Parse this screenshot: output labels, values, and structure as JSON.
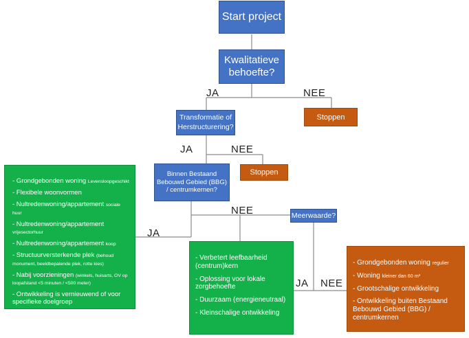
{
  "nodes": {
    "start": "Start project",
    "kwalitatief": "Kwalitatieve behoefte?",
    "transformatie": "Transformatie of Herstructurering?",
    "stoppen1": "Stoppen",
    "stoppen2": "Stoppen",
    "bbg": "Binnen Bestaand Bebouwd Gebied (BBG) / centrumkernen?",
    "meerwaarde": "Meerwaarde?"
  },
  "labels": {
    "ja1": "JA",
    "nee1": "NEE",
    "ja2": "JA",
    "nee2": "NEE",
    "ja3": "JA",
    "nee3": "NEE",
    "ja4": "JA",
    "nee4": "NEE"
  },
  "left_list": [
    {
      "main": "- Grondgebonden woning ",
      "small": "Levensloopgeschikt"
    },
    {
      "main": "- Flexibele woonvormen",
      "small": ""
    },
    {
      "main": "- Nultredenwoning/appartement ",
      "small": "sociale huur"
    },
    {
      "main": "- Nultredenwoning/appartement ",
      "small": "vrijesectorhuur"
    },
    {
      "main": "- Nultredenwoning/appartement ",
      "small": "koop"
    },
    {
      "main": "- Structuurversterkende plek ",
      "small": "(behoud monument, beeldbepalende plek, rotte kies)"
    },
    {
      "main": "- Nabij voorzieningen ",
      "small": "(winkels, huisarts, OV op loopafstand <5 minuten / <500 meter)"
    },
    {
      "main": "- Ontwikkeling is vernieuwend of voor specifieke doelgroep",
      "small": ""
    }
  ],
  "middle_list": [
    "- Verbetert leefbaarheid (centrum)kern",
    "- Oplossing voor lokale zorgbehoefte",
    "- Duurzaam (energieneutraal)",
    "- Kleinschalige ontwikkeling"
  ],
  "right_list": [
    {
      "main": "- Grondgebonden woning ",
      "small": "regulier"
    },
    {
      "main": "- Woning ",
      "small": "kleiner dan 60 m²"
    },
    {
      "main": "- Grootschalige ontwikkeling",
      "small": ""
    },
    {
      "main": "- Ontwikkeling buiten Bestaand Bebouwd Gebied (BBG) / centrumkernen",
      "small": ""
    }
  ],
  "colors": {
    "blue": "#4472c4",
    "orange": "#c55a11",
    "green": "#14b04a",
    "line": "#7f7f7f"
  }
}
